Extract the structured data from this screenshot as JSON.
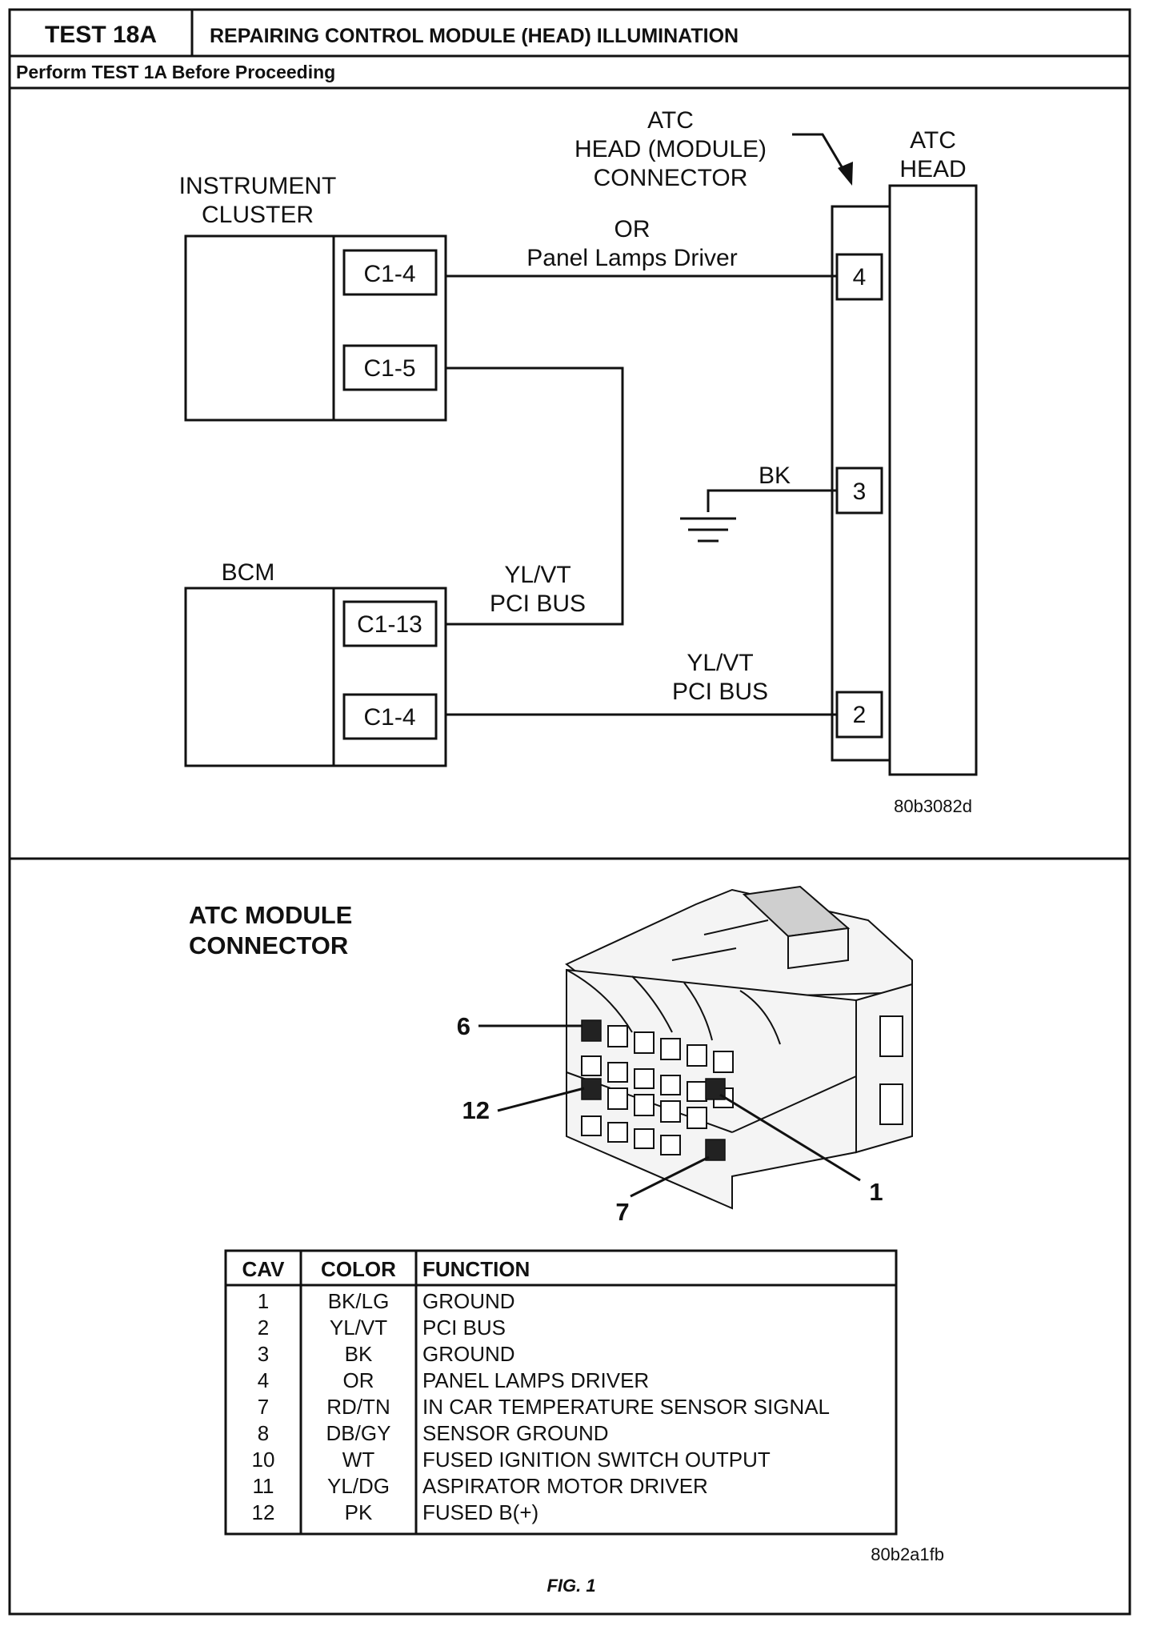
{
  "header": {
    "test_id": "TEST 18A",
    "title": "REPAIRING CONTROL MODULE (HEAD) ILLUMINATION",
    "subtitle": "Perform TEST 1A Before Proceeding"
  },
  "schematic": {
    "instrument_cluster_l1": "INSTRUMENT",
    "instrument_cluster_l2": "CLUSTER",
    "ic_pin_a": "C1-4",
    "ic_pin_b": "C1-5",
    "bcm_label": "BCM",
    "bcm_pin_a": "C1-13",
    "bcm_pin_b": "C1-4",
    "connector_l1": "ATC",
    "connector_l2": "HEAD (MODULE)",
    "connector_l3": "CONNECTOR",
    "head_l1": "ATC",
    "head_l2": "HEAD",
    "wire_top_color": "OR",
    "wire_top_desc": "Panel Lamps Driver",
    "wire_ground_color": "BK",
    "wire_mid_color": "YL/VT",
    "wire_mid_desc": "PCI BUS",
    "wire_bot_color": "YL/VT",
    "wire_bot_desc": "PCI BUS",
    "head_pin_4": "4",
    "head_pin_3": "3",
    "head_pin_2": "2",
    "figure_code": "80b3082d"
  },
  "connector_view": {
    "title_l1": "ATC MODULE",
    "title_l2": "CONNECTOR",
    "callout_6": "6",
    "callout_12": "12",
    "callout_7": "7",
    "callout_1": "1",
    "figure_code": "80b2a1fb"
  },
  "pinout_table": {
    "headers": [
      "CAV",
      "COLOR",
      "FUNCTION"
    ],
    "rows": [
      [
        "1",
        "BK/LG",
        "GROUND"
      ],
      [
        "2",
        "YL/VT",
        "PCI BUS"
      ],
      [
        "3",
        "BK",
        "GROUND"
      ],
      [
        "4",
        "OR",
        "PANEL LAMPS DRIVER"
      ],
      [
        "7",
        "RD/TN",
        "IN CAR TEMPERATURE SENSOR SIGNAL"
      ],
      [
        "8",
        "DB/GY",
        "SENSOR GROUND"
      ],
      [
        "10",
        "WT",
        "FUSED IGNITION SWITCH OUTPUT"
      ],
      [
        "11",
        "YL/DG",
        "ASPIRATOR MOTOR DRIVER"
      ],
      [
        "12",
        "PK",
        "FUSED B(+)"
      ]
    ]
  },
  "figure_caption": "FIG. 1"
}
